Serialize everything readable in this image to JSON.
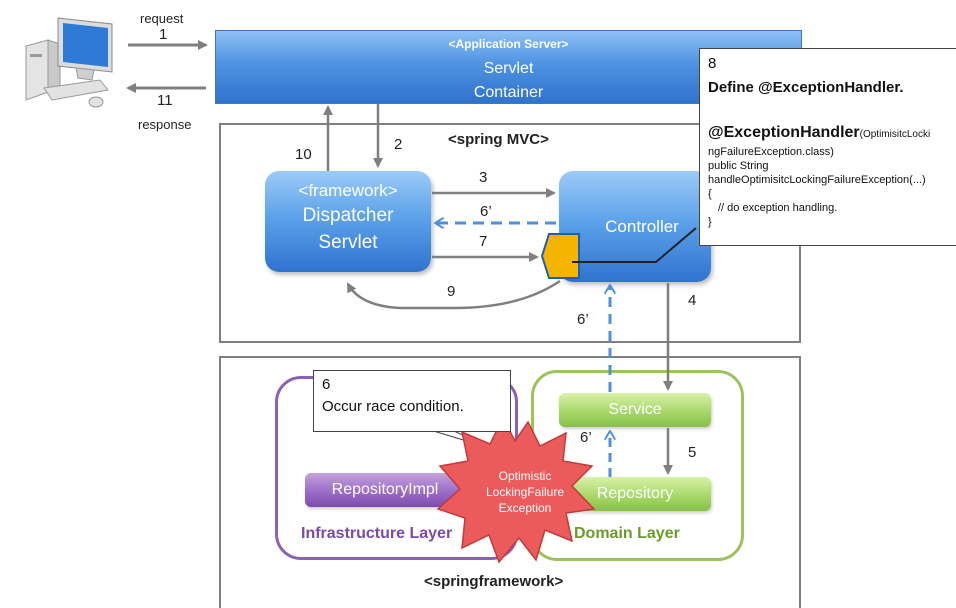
{
  "computer": {
    "request_label": "request",
    "request_num": "1",
    "response_num": "11",
    "response_label": "response"
  },
  "app_server": {
    "tag": "<Application Server>",
    "line1": "Servlet",
    "line2": "Container"
  },
  "spring_mvc": {
    "title": "<spring  MVC>",
    "dispatcher": {
      "tag": "<framework>",
      "line1": "Dispatcher",
      "line2": "Servlet"
    },
    "controller": "Controller",
    "steps": {
      "s2": "2",
      "s3": "3",
      "s6p": "6’",
      "s7": "7",
      "s9": "9",
      "s10": "10",
      "s4": "4",
      "s6p_mid": "6’"
    }
  },
  "spring_framework": {
    "title": "<springframework>",
    "infrastructure_layer": "Infrastructure Layer",
    "domain_layer": "Domain Layer",
    "service": "Service",
    "repository": "Repository",
    "repository_impl": "RepositoryImpl",
    "steps": {
      "s5": "5",
      "s6p_low": "6’"
    }
  },
  "race_callout": {
    "num": "6",
    "text": "Occur race condition."
  },
  "exception_burst": {
    "line1": "Optimistic",
    "line2": "LockingFailure",
    "line3": "Exception"
  },
  "handler_callout": {
    "num": "8",
    "title": "Define @ExceptionHandler.",
    "annotation": "@ExceptionHandler",
    "annotation_arg_a": "(OptimisitcLocki",
    "annotation_arg_b": "ngFailureException.class)",
    "code1": "public String",
    "code2": "handleOptimisitcLockingFailureException(...)",
    "code3": "{",
    "code4": "// do exception handling.",
    "code5": "}"
  },
  "colors": {
    "blue": "#4f93e3",
    "green_border": "#9bc25b",
    "purple_border": "#8a62b5",
    "gray": "#7f7f7f",
    "handler_marker": "#f4b400"
  }
}
